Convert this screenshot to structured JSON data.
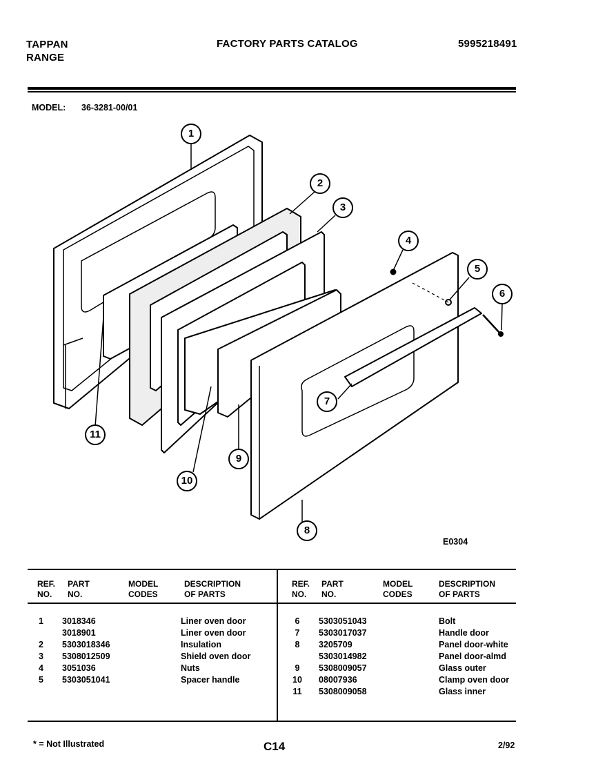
{
  "header": {
    "brand_line1": "TAPPAN",
    "brand_line2": "RANGE",
    "title": "FACTORY PARTS CATALOG",
    "catalog_number": "5995218491"
  },
  "model": {
    "label": "MODEL:",
    "value": "36-3281-00/01"
  },
  "diagram": {
    "code": "E0304",
    "callouts": [
      "1",
      "2",
      "3",
      "4",
      "5",
      "6",
      "7",
      "8",
      "9",
      "10",
      "11"
    ]
  },
  "table": {
    "headers": {
      "ref": [
        "REF.",
        "NO."
      ],
      "part": [
        "PART",
        "NO."
      ],
      "model": [
        "MODEL",
        "CODES"
      ],
      "desc": [
        "DESCRIPTION",
        "OF PARTS"
      ]
    },
    "left": {
      "ref": [
        "1",
        "",
        "2",
        "3",
        "4",
        "5"
      ],
      "part": [
        "3018346",
        "3018901",
        "5303018346",
        "5308012509",
        "3051036",
        "5303051041"
      ],
      "desc": [
        "Liner oven door",
        "Liner oven door",
        "Insulation",
        "Shield oven door",
        "Nuts",
        "Spacer handle"
      ]
    },
    "right": {
      "ref": [
        "6",
        "7",
        "8",
        "",
        "9",
        "10",
        "11"
      ],
      "part": [
        "5303051043",
        "5303017037",
        "3205709",
        "5303014982",
        "5308009057",
        "08007936",
        "5308009058"
      ],
      "desc": [
        "Bolt",
        "Handle door",
        "Panel door-white",
        "Panel door-almd",
        "Glass outer",
        "Clamp oven door",
        "Glass inner"
      ]
    }
  },
  "footer": {
    "note": "* = Not Illustrated",
    "page": "C14",
    "date": "2/92"
  }
}
